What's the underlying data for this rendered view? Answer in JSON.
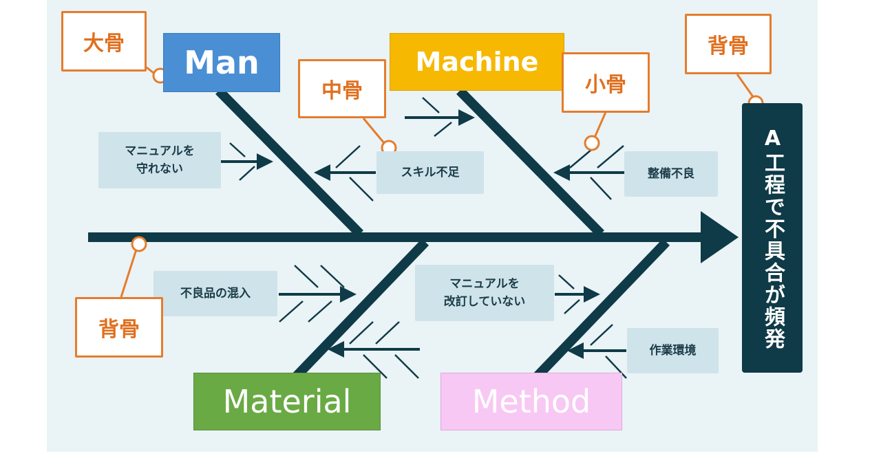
{
  "categories": {
    "man": "Man",
    "machine": "Machine",
    "material": "Material",
    "method": "Method"
  },
  "effect": "A工程で不具合が頻発",
  "causes": {
    "man_cause": "マニュアルを\n守れない",
    "skill": "スキル不足",
    "maintenance": "整備不良",
    "contamination": "不良品の混入",
    "manual_revision": "マニュアルを\n改訂していない",
    "environment": "作業環境"
  },
  "tags": {
    "large_bone": "大骨",
    "middle_bone": "中骨",
    "small_bone": "小骨",
    "backbone_top": "背骨",
    "backbone_left": "背骨"
  },
  "colors": {
    "bone": "#0f3a47",
    "man": "#4a8fd4",
    "machine": "#f6b800",
    "material": "#6aaa45",
    "method": "#f8c8f4",
    "tag_border": "#e57c2c",
    "note_bg": "#cfe3ea"
  }
}
